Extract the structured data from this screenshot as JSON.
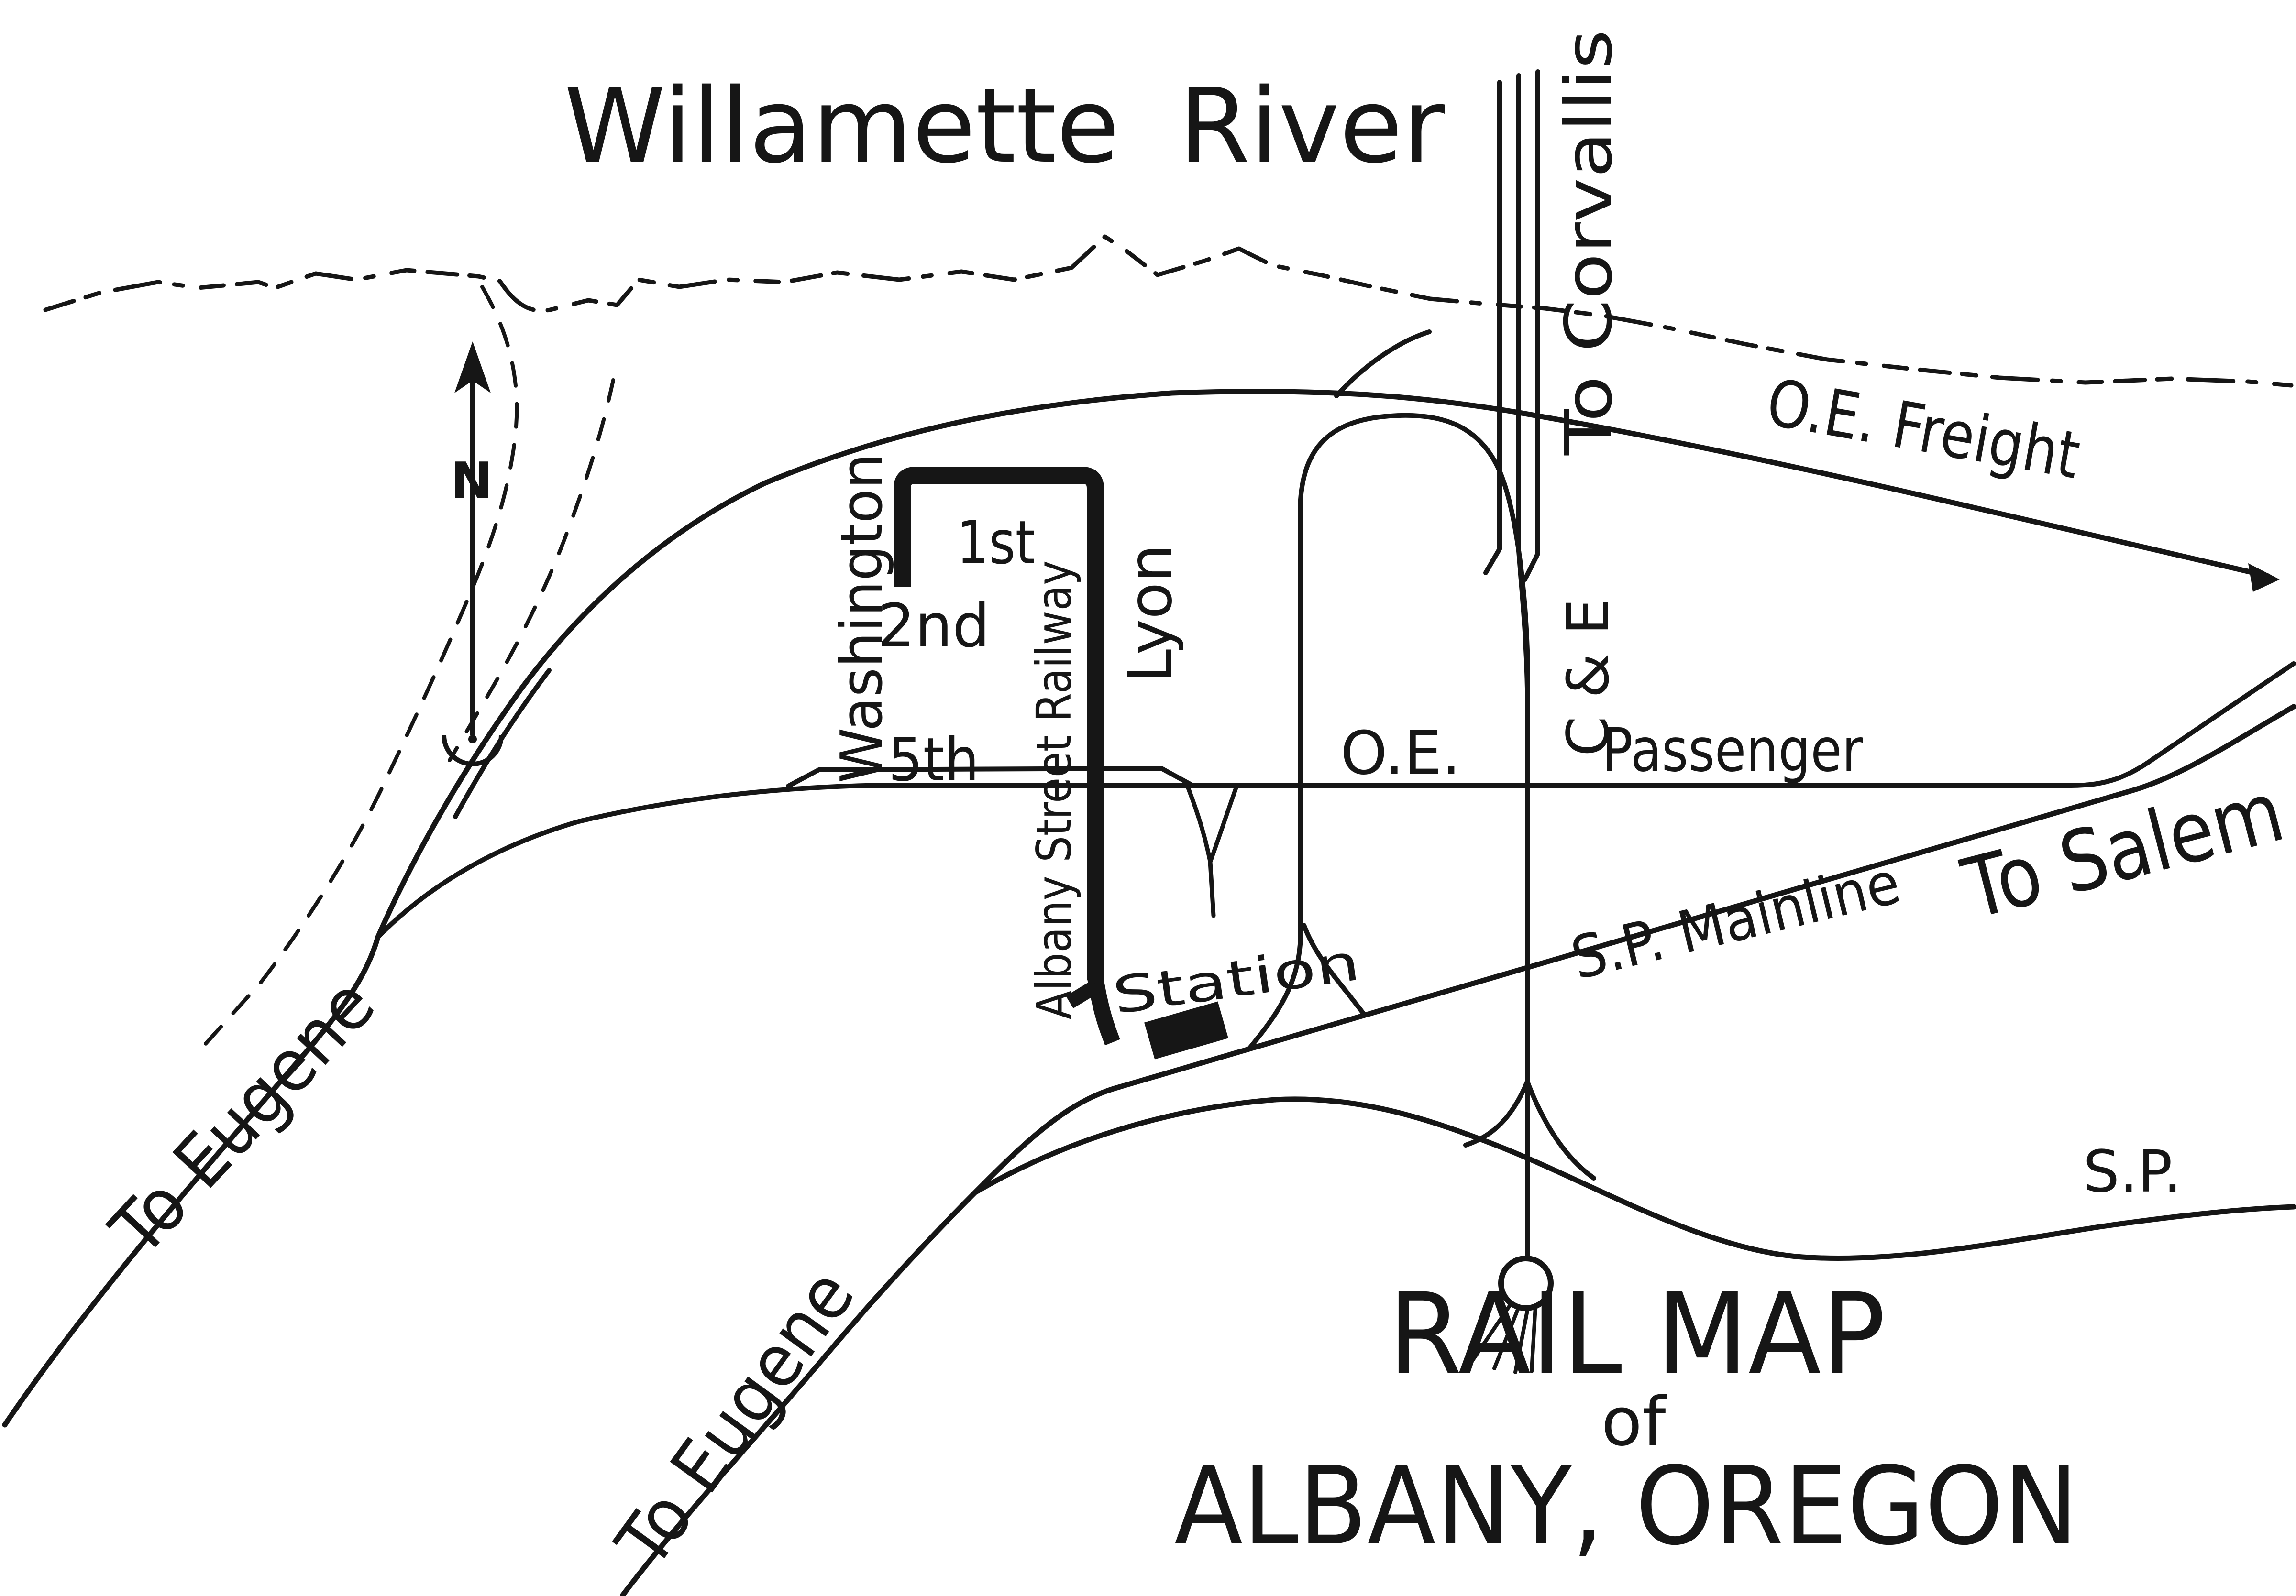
{
  "map": {
    "kind": "hand-drawn rail map",
    "colors": {
      "ink": "#161616",
      "paper": "#ffffff"
    },
    "icons": {
      "north_arrow": "arrow-up-with-N",
      "station_marker": "filled-black-rectangle",
      "turntable": "circle-with-hatch-tassel",
      "freight_arrowhead": "small-solid-triangle"
    },
    "labels": {
      "willamette_river": "Willamette River",
      "to_corvallis": "To Corvallis",
      "c_and_e": "C & E",
      "oe_freight": "O.E. Freight",
      "oe": "O.E.",
      "passenger": "Passenger",
      "washington": "Washington",
      "first": "1st",
      "second": "2nd",
      "fifth": "5th",
      "albany_street_railway": "Albany Street Railway",
      "lyon": "Lyon",
      "station": "Station",
      "sp_mainline": "S.P. Mainline",
      "to_salem": "To Salem",
      "sp": "S.P.",
      "to_eugene_upper": "To Eugene",
      "to_eugene_lower": "To Eugene",
      "north": "N"
    },
    "title": {
      "line1": "RAIL MAP",
      "line2": "of",
      "line3": "ALBANY, OREGON"
    }
  }
}
